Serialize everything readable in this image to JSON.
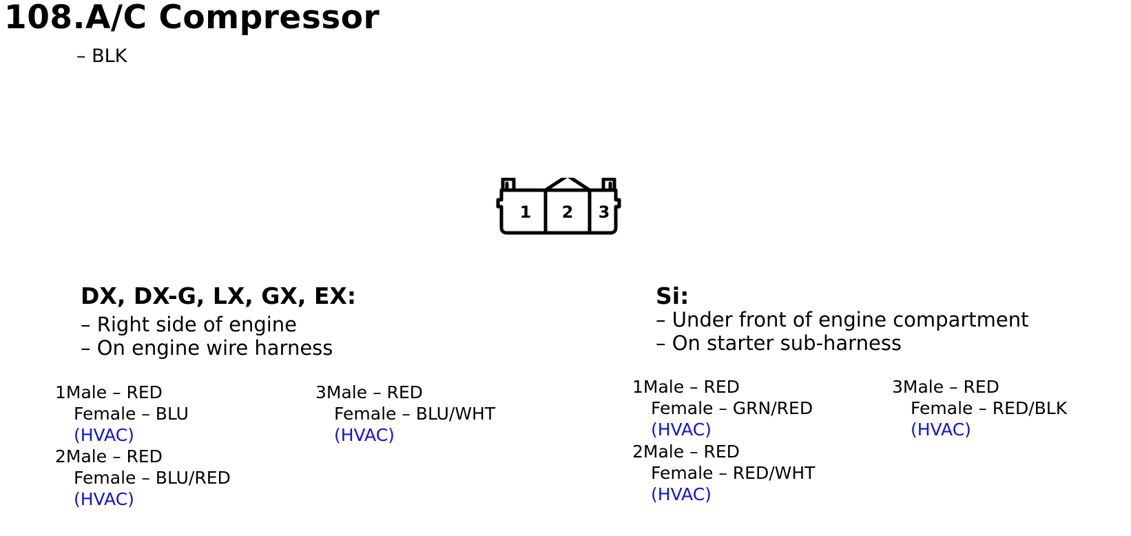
{
  "header": {
    "title": "108.A/C Compressor",
    "color": "– BLK"
  },
  "connector": {
    "pins": [
      "1",
      "2",
      "3"
    ]
  },
  "sections": [
    {
      "title": "DX, DX-G, LX, GX, EX:",
      "locations": [
        "– Right side of engine",
        "– On engine wire harness"
      ],
      "pins": [
        {
          "num": "1",
          "male": "Male – RED",
          "female": "Female – BLU",
          "link": "(HVAC)"
        },
        {
          "num": "2",
          "male": "Male – RED",
          "female": "Female – BLU/RED",
          "link": "(HVAC)"
        },
        {
          "num": "3",
          "male": "Male – RED",
          "female": "Female – BLU/WHT",
          "link": "(HVAC)"
        }
      ]
    },
    {
      "title": "Si:",
      "locations": [
        "– Under front of engine compartment",
        "– On starter sub-harness"
      ],
      "pins": [
        {
          "num": "1",
          "male": "Male – RED",
          "female": "Female – GRN/RED",
          "link": "(HVAC)"
        },
        {
          "num": "2",
          "male": "Male – RED",
          "female": "Female – RED/WHT",
          "link": "(HVAC)"
        },
        {
          "num": "3",
          "male": "Male – RED",
          "female": "Female – RED/BLK",
          "link": "(HVAC)"
        }
      ]
    }
  ]
}
